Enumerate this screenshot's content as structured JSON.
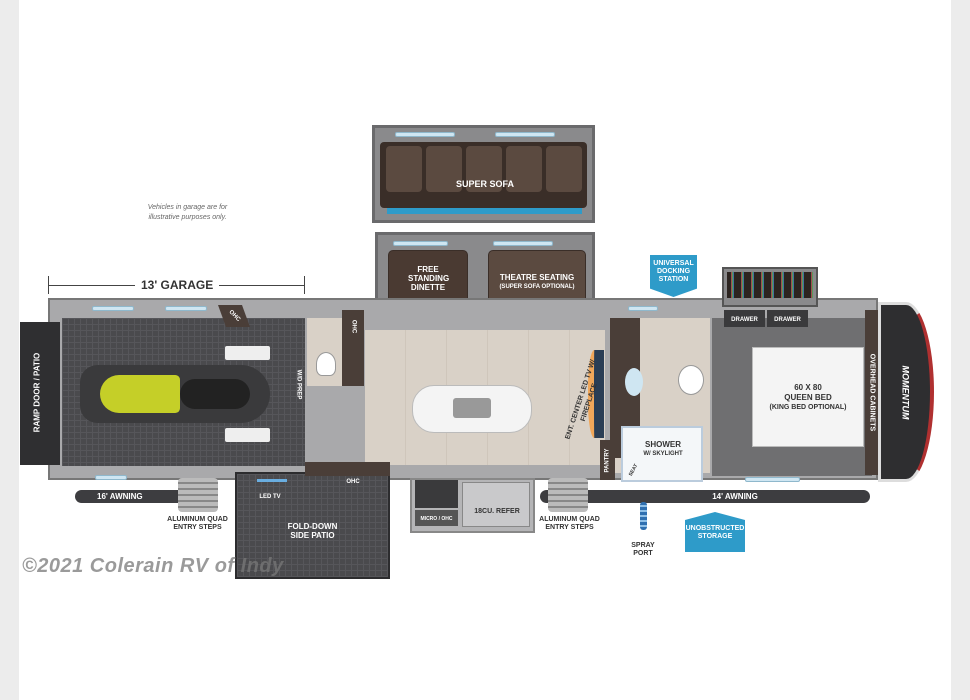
{
  "note": "Vehicles in garage are for illustrative purposes only.",
  "garage_dimension": "13' GARAGE",
  "labels": {
    "super_sofa": "SUPER SOFA",
    "dinette": "FREE STANDING DINETTE",
    "theatre": "THEATRE SEATING",
    "theatre_sub": "(SUPER SOFA OPTIONAL)",
    "docking": "UNIVERSAL DOCKING STATION",
    "drawer1": "DRAWER",
    "drawer2": "DRAWER",
    "bed_size": "60 x 80",
    "bed": "QUEEN BED",
    "bed_sub": "(KING BED OPTIONAL)",
    "overhead": "OVERHEAD CABINETS",
    "ent_center": "ENT. CENTER LED TV w/ FIREPLACE",
    "shower": "SHOWER",
    "shower_sub": "w/ SKYLIGHT",
    "seat": "SEAT",
    "pantry": "PANTRY",
    "ramp": "RAMP DOOR / PATIO",
    "ohc": "OHC",
    "wd_prep": "W/D PREP",
    "awning16": "16' AWNING",
    "awning14": "14' AWNING",
    "steps": "ALUMINUM QUAD ENTRY STEPS",
    "led_tv": "LED TV",
    "patio": "FOLD-DOWN SIDE PATIO",
    "micro": "MICRO / OHC",
    "refer": "18CU. REFER",
    "spray": "SPRAY PORT",
    "storage": "UNOBSTRUCTED STORAGE",
    "brand": "MOMENTUM"
  },
  "watermark": "©2021 Colerain RV of Indy",
  "colors": {
    "accent_blue": "#2e9bc9",
    "floor_wood": "#d9d1c7",
    "garage": "#4a4a4d",
    "wall": "#a9a9ab"
  }
}
